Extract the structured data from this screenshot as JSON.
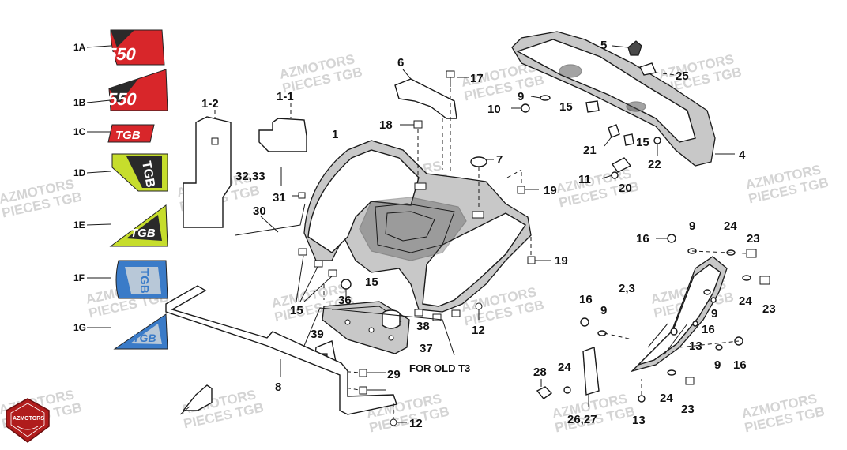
{
  "watermark": {
    "line1": "AZMOTORS",
    "line2": "PIECES TGB"
  },
  "logo": {
    "text": "AZMOTORS",
    "color": "#b01c1c"
  },
  "decals": [
    {
      "label": "1A",
      "colors": [
        "#d8262a",
        "#2a2a2a"
      ],
      "text": "550"
    },
    {
      "label": "1B",
      "colors": [
        "#d8262a",
        "#2a2a2a"
      ],
      "text": "550"
    },
    {
      "label": "1C",
      "colors": [
        "#d8262a",
        "#ffffff"
      ],
      "text": "TGB"
    },
    {
      "label": "1D",
      "colors": [
        "#c6dd2c",
        "#2a2a2a"
      ],
      "text": "TGB"
    },
    {
      "label": "1E",
      "colors": [
        "#c6dd2c",
        "#2a2a2a"
      ],
      "text": "TGB"
    },
    {
      "label": "1F",
      "colors": [
        "#3a7bc8",
        "#b8c8d8"
      ],
      "text": "TGB"
    },
    {
      "label": "1G",
      "colors": [
        "#3a7bc8",
        "#b8c8d8"
      ],
      "text": "TGB"
    }
  ],
  "callouts": {
    "c1_2": "1-2",
    "c1_1": "1-1",
    "c1": "1",
    "c6": "6",
    "c17": "17",
    "c18": "18",
    "c7": "7",
    "c19a": "19",
    "c19b": "19",
    "c5": "5",
    "c25": "25",
    "c9a": "9",
    "c10": "10",
    "c15a": "15",
    "c21": "21",
    "c15b": "15",
    "c4": "4",
    "c22": "22",
    "c11": "11",
    "c20": "20",
    "c32_33": "32,33",
    "c31": "31",
    "c30": "30",
    "c15c": "15",
    "c15d": "15",
    "c36": "36",
    "c12a": "12",
    "c38": "38",
    "c39": "39",
    "c37": "37",
    "c29": "29",
    "c8": "8",
    "c12b": "12",
    "c16a": "16",
    "c9b": "9",
    "c24a": "24",
    "c23a": "23",
    "c2_3": "2,3",
    "c9c": "9",
    "c24b": "24",
    "c23b": "23",
    "c16b": "16",
    "c9d": "9",
    "c16c": "16",
    "c13a": "13",
    "c9e": "9",
    "c16d": "16",
    "c28": "28",
    "c24c": "24",
    "c24d": "24",
    "c23c": "23",
    "c26_27": "26,27",
    "c13b": "13"
  },
  "note": "FOR OLD T3"
}
